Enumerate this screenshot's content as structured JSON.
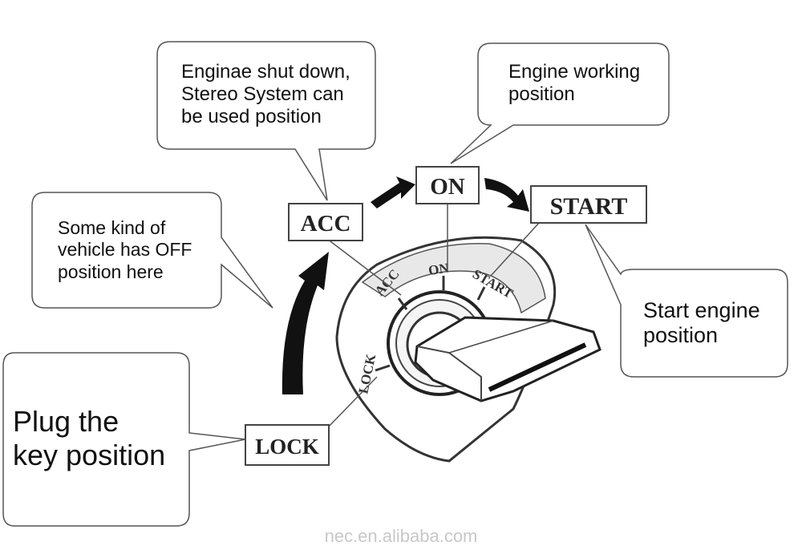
{
  "callouts": {
    "acc_note": [
      "Enginae shut down,",
      "Stereo System can",
      "be used position"
    ],
    "on_note": [
      "Engine working",
      "position"
    ],
    "off_note": [
      "Some kind of",
      "vehicle has OFF",
      "position here"
    ],
    "start_note": [
      "Start engine",
      "position"
    ],
    "plug_note": [
      "Plug the",
      "key position"
    ]
  },
  "positions": {
    "lock": "LOCK",
    "acc": "ACC",
    "on": "ON",
    "start": "START"
  },
  "ring_labels": {
    "lock": "LOCK",
    "acc": "ACC",
    "on": "ON",
    "start": "START"
  },
  "watermark": "nec.en.alibaba.com"
}
